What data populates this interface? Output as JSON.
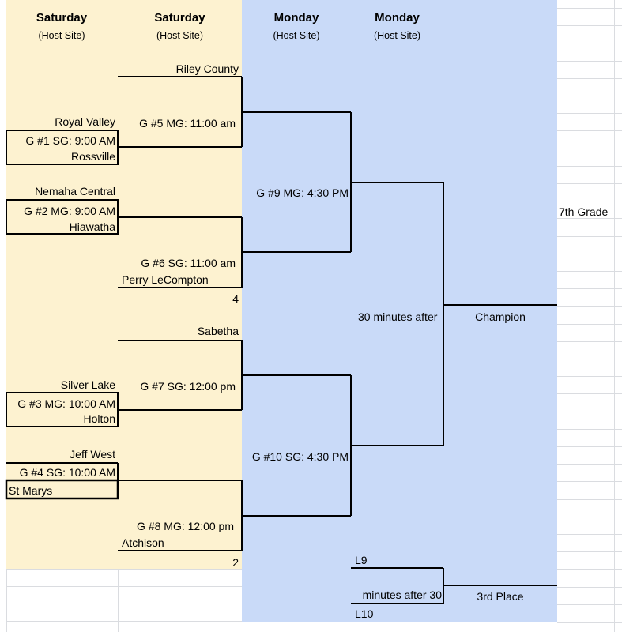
{
  "headers": [
    {
      "day": "Saturday",
      "sub": "(Host Site)"
    },
    {
      "day": "Saturday",
      "sub": "(Host Site)"
    },
    {
      "day": "Monday",
      "sub": "(Host Site)"
    },
    {
      "day": "Monday",
      "sub": "(Host Site)"
    }
  ],
  "colors": {
    "saturday": "#fdf2d0",
    "monday": "#c9daf8",
    "grid": "#dadce0"
  },
  "round1": {
    "g1": {
      "top": "Royal Valley",
      "game": "G #1 SG:  9:00 AM",
      "bottom": "Rossville"
    },
    "g2": {
      "top": "Nemaha Central",
      "game": "G #2 MG:  9:00 AM",
      "bottom": "Hiawatha"
    },
    "g3": {
      "top": "Silver Lake",
      "game": "G #3 MG:    10:00 AM",
      "bottom": "Holton"
    },
    "g4": {
      "top": "Jeff West",
      "game": "G #4 SG:  10:00 AM",
      "bottom": "St Marys"
    }
  },
  "round2": {
    "g5": {
      "top": "Riley County",
      "game": "G #5 MG:  11:00 am"
    },
    "g6": {
      "game": "G #6 SG:  11:00 am",
      "bottom": "Perry LeCompton",
      "note": "4"
    },
    "g7": {
      "top": "Sabetha",
      "game": "G #7 SG:  12:00 pm"
    },
    "g8": {
      "game": "G #8 MG:  12:00 pm",
      "bottom": "Atchison",
      "note": "2"
    }
  },
  "semis": {
    "g9": "G #9 MG:  4:30 PM",
    "g10": "G #10 SG:  4:30 PM"
  },
  "final": {
    "time": "30 minutes after",
    "label": "Champion"
  },
  "consolation": {
    "top": "L9",
    "time": "30 minutes after",
    "bottom": "L10",
    "label": "3rd Place"
  },
  "side_label": "7th Grade"
}
